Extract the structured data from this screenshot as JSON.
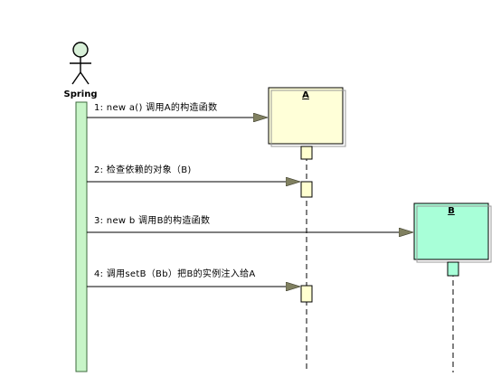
{
  "actor": {
    "name": "Spring",
    "icon": "stick-figure-icon"
  },
  "objects": {
    "a": {
      "name": "A",
      "fill": "#ffffd8"
    },
    "b": {
      "name": "B",
      "fill": "#a8ffd8"
    }
  },
  "messages": [
    {
      "text": "1: new a() 调用A的构造函数"
    },
    {
      "text": "2: 检查依赖的对象（B)"
    },
    {
      "text": "3: new b 调用B的构造函数"
    },
    {
      "text": "4: 调用setB（Bb）把B的实例注入给A"
    }
  ],
  "colors": {
    "activation_green": "#c8f5c8",
    "activation_yellow": "#ffffd0",
    "activation_teal": "#a8ffd8",
    "arrowhead": "#808060"
  }
}
